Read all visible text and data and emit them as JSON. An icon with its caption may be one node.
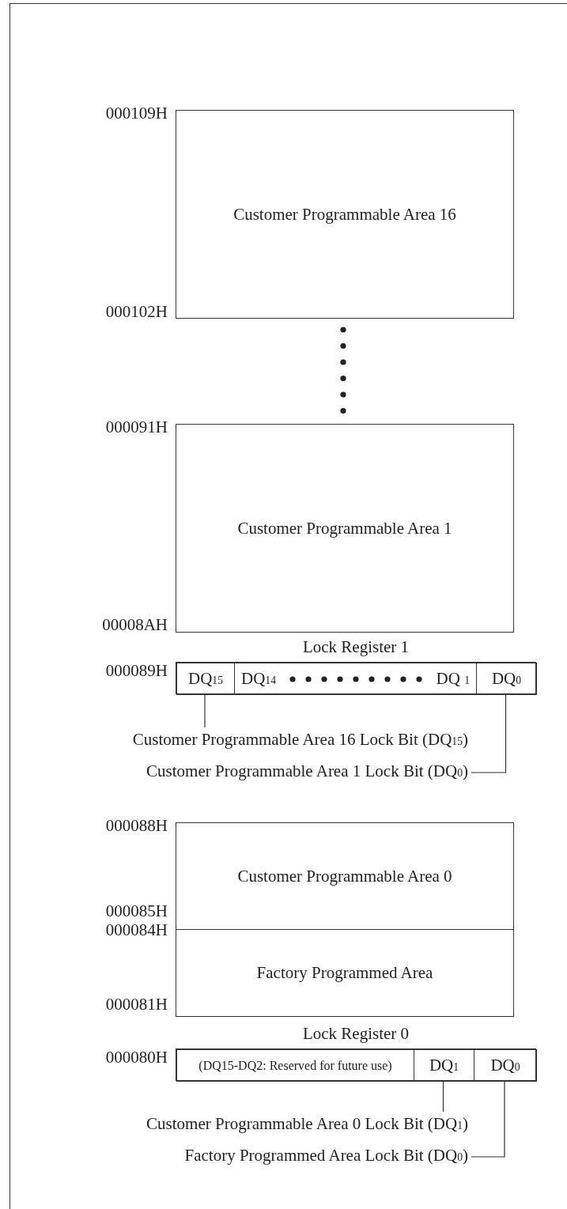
{
  "diagram": {
    "nodes": [
      {
        "text": [
          "Customer Programmable Area 16"
        ],
        "beside": [
          "000109H",
          "000102H"
        ]
      },
      {
        "text": [
          "Customer Programmable Area 1"
        ],
        "beside": [
          "000091H",
          "00008AH"
        ]
      },
      {
        "text": [
          "Lock Register 1"
        ],
        "beside": [
          "000089H"
        ]
      },
      {
        "text": [
          "DQ$_{15}$"
        ],
        "in": 2
      },
      {
        "text": [
          "DQ$_{14}$",
          "DQ $_{1}$"
        ],
        "in": 2
      },
      {
        "text": [
          "DQ$_{0}$"
        ],
        "in": 2
      },
      {
        "text": [
          "Customer Programmable Area 16 Lock Bit (DQ$_{15}$)"
        ]
      },
      {
        "text": [
          "Customer Programmable Area 1 Lock Bit (DQ$_{0}$)"
        ]
      },
      {
        "text": [
          "Customer Programmable Area 0"
        ],
        "beside": [
          "000088H",
          "000085H"
        ]
      },
      {
        "text": [
          "Factory Programmed Area"
        ],
        "beside": [
          "000084H",
          "000081H"
        ]
      },
      {
        "text": [
          "Lock Register 0"
        ],
        "beside": [
          "000080H"
        ]
      },
      {
        "text": [
          "(DQ15-DQ2: Reserved for future use)"
        ],
        "in": 10
      },
      {
        "text": [
          "DQ$_{1}$"
        ],
        "in": 10
      },
      {
        "text": [
          "DQ$_{0}$"
        ],
        "in": 10
      },
      {
        "text": [
          "Customer Programmable Area 0 Lock Bit (DQ$_{1}$)"
        ]
      },
      {
        "text": [
          "Factory Programmed Area Lock Bit (DQ$_{0}$)"
        ]
      }
    ],
    "edges": [
      {
        "from": 3,
        "to": 6,
        "arrow": "none"
      },
      {
        "from": 5,
        "to": 7,
        "arrow": "none"
      },
      {
        "from": 12,
        "to": 14,
        "arrow": "none"
      },
      {
        "from": 13,
        "to": 15,
        "arrow": "none"
      }
    ]
  }
}
